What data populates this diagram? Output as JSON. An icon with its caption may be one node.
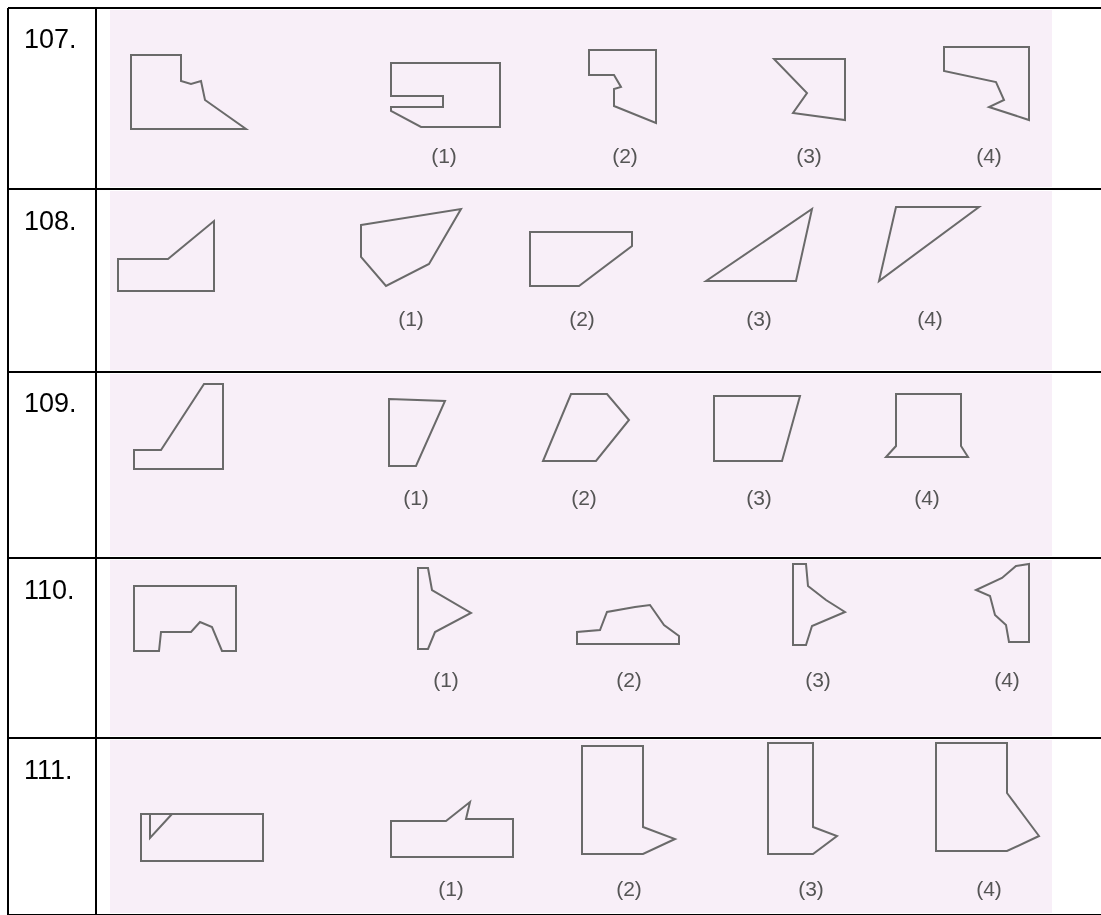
{
  "diagram": {
    "labels": [
      "107.",
      "(1)",
      "(2)",
      "(3)",
      "(4)",
      "108.",
      "(1)",
      "(2)",
      "(3)",
      "(4)",
      "109.",
      "(1)",
      "(2)",
      "(3)",
      "(4)",
      "110.",
      "(1)",
      "(2)",
      "(3)",
      "(4)",
      "111.",
      "(1)",
      "(2)",
      "(3)",
      "(4)"
    ]
  }
}
